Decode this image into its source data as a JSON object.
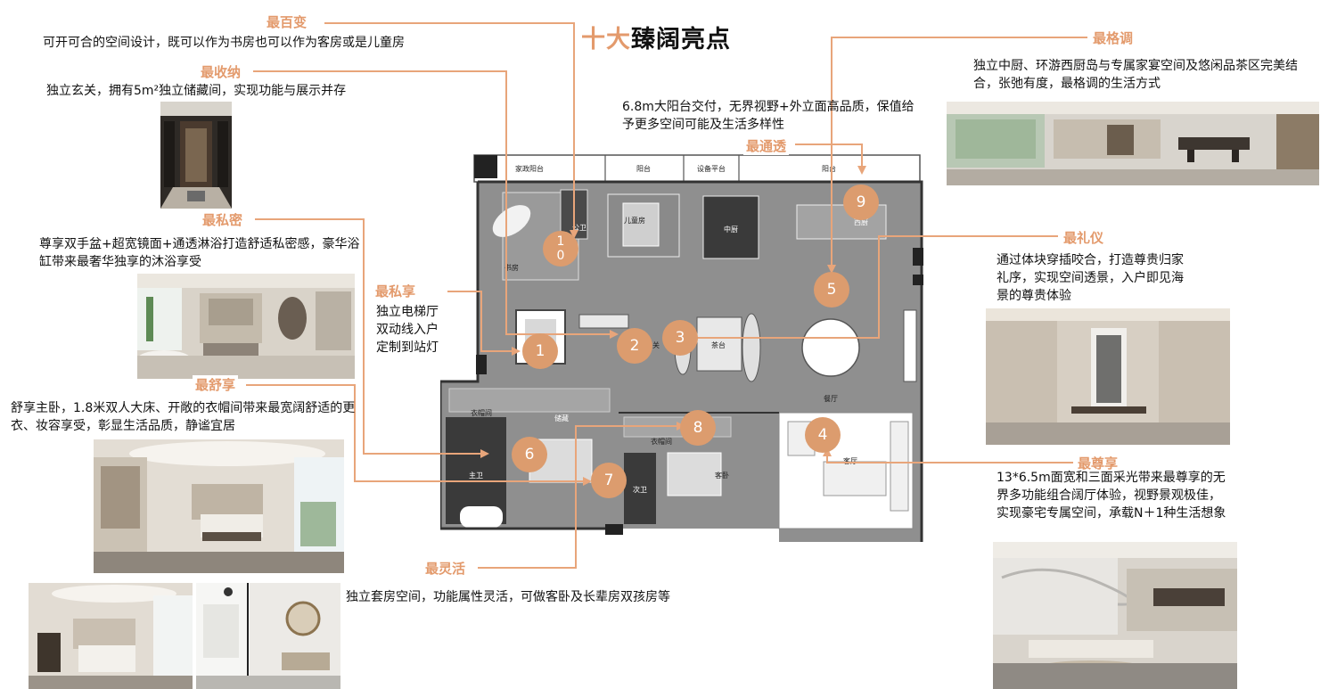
{
  "page": {
    "title_accent": "十大",
    "title_main": "臻阔亮点"
  },
  "highlights": {
    "zui_baibian": {
      "title": "最百变",
      "text": "可开可合的空间设计，既可以作为书房也可以作为客房或是儿童房"
    },
    "zui_shouna": {
      "title": "最收纳",
      "text": "独立玄关，拥有5m²独立储藏间，实现功能与展示并存"
    },
    "zui_simi": {
      "title": "最私密",
      "text": "尊享双手盆+超宽镜面+通透淋浴打造舒适私密感，豪华浴缸带来最奢华独享的沐浴享受"
    },
    "zui_sixiang": {
      "title": "最私享",
      "lines": [
        "独立电梯厅",
        "双动线入户",
        "定制到站灯"
      ]
    },
    "zui_shuxiang": {
      "title": "最舒享",
      "text": "舒享主卧，1.8米双人大床、开敞的衣帽间带来最宽阔舒适的更衣、妆容享受，彰显生活品质，静谧宜居"
    },
    "zui_linghuo": {
      "title": "最灵活",
      "text": "独立套房空间，功能属性灵活，可做客卧及长辈房双孩房等"
    },
    "zui_getiao": {
      "title": "最格调",
      "text": "独立中厨、环游西厨岛与专属家宴空间及悠闲品茶区完美结合，张弛有度，最格调的生活方式"
    },
    "zui_tongtou": {
      "title": "最通透",
      "text": "6.8m大阳台交付，无界视野+外立面高品质，保值给予更多空间可能及生活多样性"
    },
    "zui_liyi": {
      "title": "最礼仪",
      "text": "通过体块穿插咬合，打造尊贵归家礼序，实现空间透景，入户即见海景的尊贵体验"
    },
    "zui_zunxiang": {
      "title": "最尊享",
      "text": "13*6.5m面宽和三面采光带来最尊享的无界多功能组合阔厅体验，视野景观极佳，实现豪宅专属空间，承载N＋1种生活想象"
    }
  },
  "markers": {
    "m1": "1",
    "m2": "2",
    "m3": "3",
    "m4": "4",
    "m5": "5",
    "m6": "6",
    "m7": "7",
    "m8": "8",
    "m9": "9",
    "m10_top": "1",
    "m10_bottom": "0"
  },
  "floorplan": {
    "rooms": {
      "family_balcony": "家政阳台",
      "balcony": "阳台",
      "equipment_platform": "设备平台",
      "balcony_right": "阳台",
      "kids_room": "儿童房",
      "study": "书房",
      "chinese_kitchen": "中厨",
      "western_kitchen": "西厨",
      "public_bath": "公卫",
      "foyer": "关",
      "tea": "茶台",
      "dining": "餐厅",
      "walkin_closet_1": "衣帽间",
      "walkin_closet_2": "衣帽间",
      "master_bath": "主卫",
      "second_bath": "次卫",
      "guest_bedroom": "客卧",
      "living_hall": "客厅",
      "storage": "储藏"
    }
  },
  "colors": {
    "accent": "#e39a6c",
    "marker": "#dc9c6e",
    "line": "#e8a57a",
    "plan_gray": "#8f8f8f",
    "plan_dark": "#3a3a3a"
  }
}
